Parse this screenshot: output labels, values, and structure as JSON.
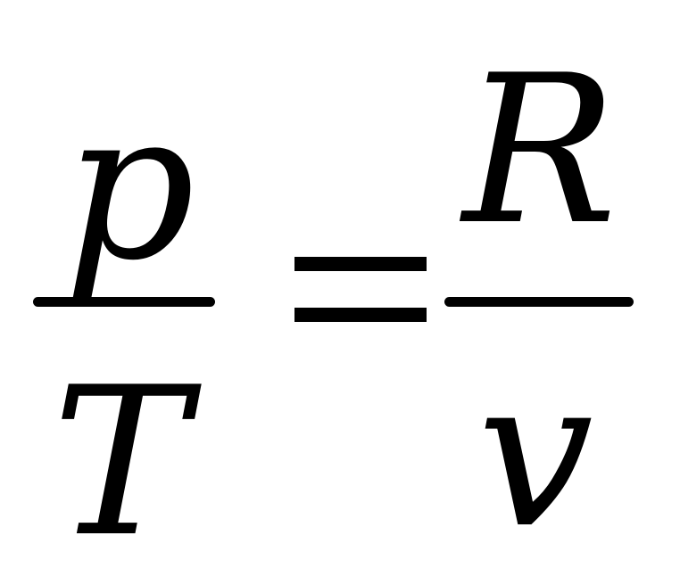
{
  "equation": {
    "left_fraction": {
      "numerator": "p",
      "denominator": "T"
    },
    "operator": "=",
    "right_fraction": {
      "numerator": "R",
      "denominator": "v"
    }
  }
}
